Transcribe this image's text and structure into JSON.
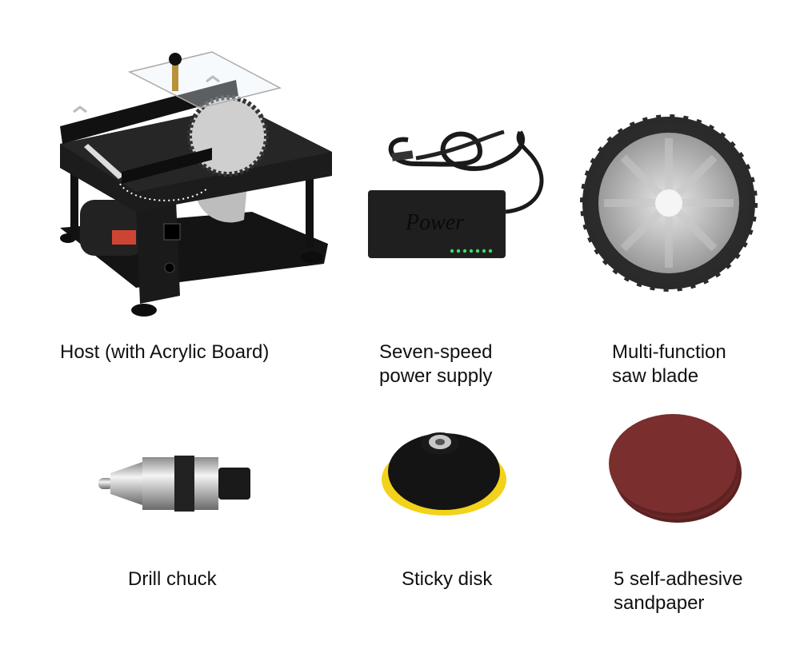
{
  "items": [
    {
      "id": "host",
      "lines": [
        "Host (with Acrylic Board)"
      ],
      "icon": "table-saw-icon"
    },
    {
      "id": "power-supply",
      "lines": [
        "Seven-speed",
        "power supply"
      ],
      "icon": "power-adapter-icon",
      "brand_text": "Power",
      "led_count": 7
    },
    {
      "id": "saw-blade",
      "lines": [
        "Multi-function",
        "saw blade"
      ],
      "icon": "saw-blade-icon"
    },
    {
      "id": "drill-chuck",
      "lines": [
        "Drill chuck"
      ],
      "icon": "drill-chuck-icon"
    },
    {
      "id": "sticky-disk",
      "lines": [
        "Sticky disk"
      ],
      "icon": "sticky-disk-icon"
    },
    {
      "id": "sandpaper",
      "lines": [
        "5 self-adhesive",
        "sandpaper"
      ],
      "icon": "sandpaper-icon"
    }
  ],
  "colors": {
    "background": "#ffffff",
    "text": "#111111",
    "machine_black": "#1a1a1a",
    "blade_silver": "#b8b8b8",
    "led_green": "#3ddc6a",
    "disk_yellow": "#f2d21b",
    "sandpaper_red": "#7a2e2e"
  }
}
